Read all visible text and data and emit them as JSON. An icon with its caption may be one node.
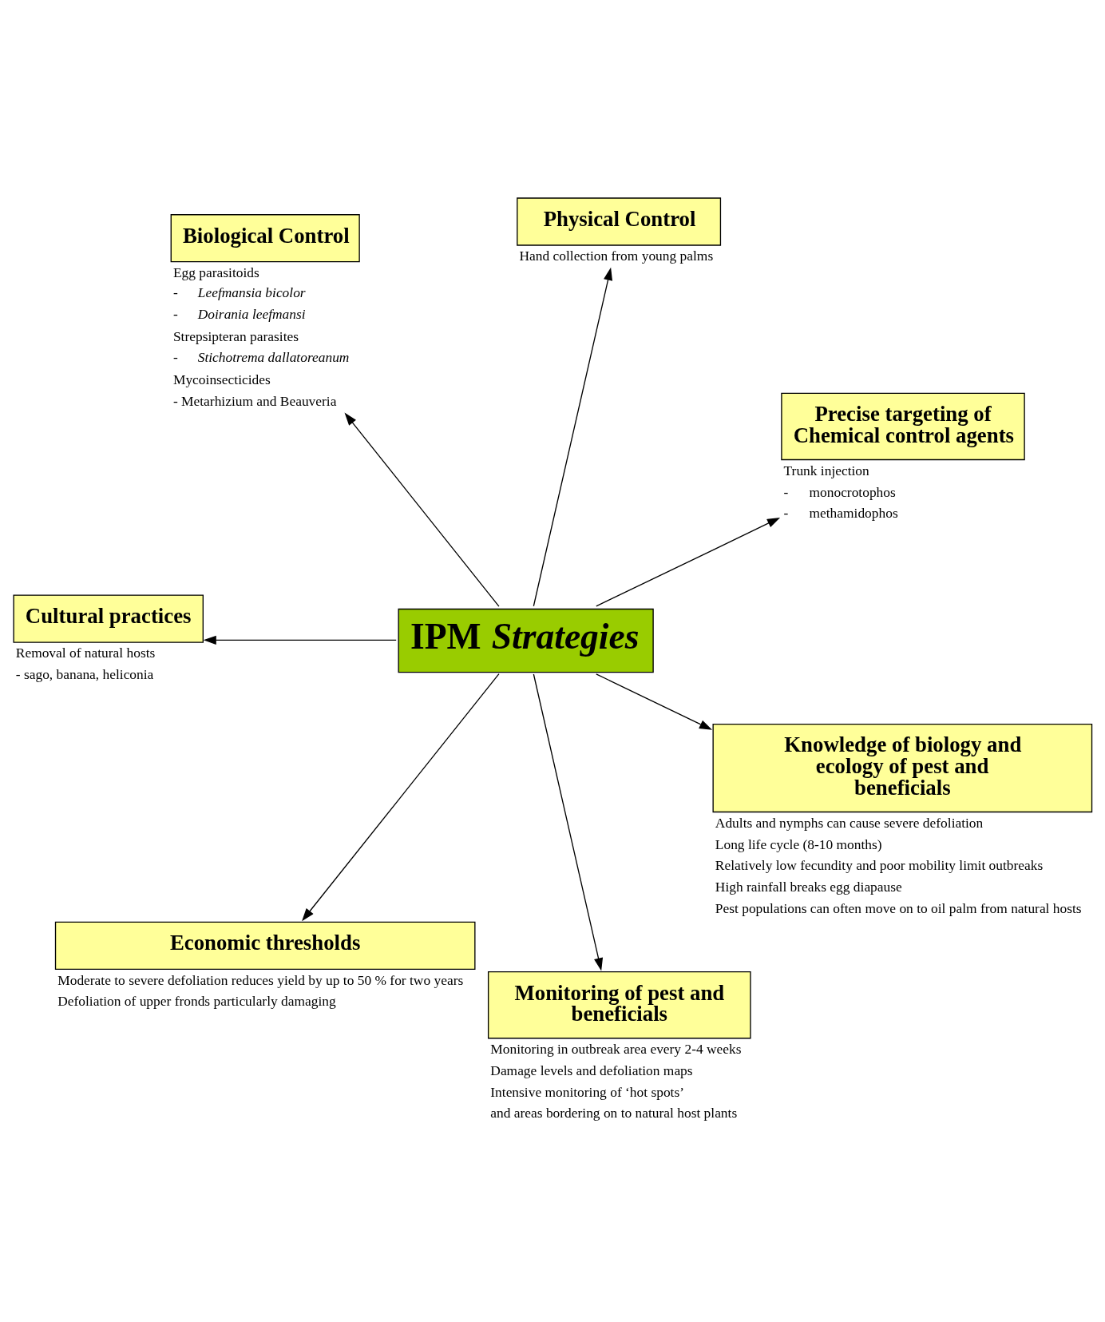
{
  "diagram": {
    "nodes": [
      {
        "text": [
          "Precise targeting of Chemical control agents"
        ],
        "beside": [
          "Trunk injection",
          "-      monocrotophos",
          "-      methamidophos"
        ]
      },
      {
        "text": [
          "Physical Control"
        ],
        "beside": [
          "Hand collection from young palms"
        ]
      },
      {
        "text": [
          "Biological Control"
        ],
        "beside": [
          "Egg parasitoids",
          "-      *Leefmansia bicolor*",
          "-      *Doirania leefmansi*",
          "Strepsipteran parasites",
          "-      *Stichotrema dallatoreanum*",
          "Mycoinsecticides",
          "- Metarhizium and Beauveria"
        ]
      },
      {
        "text": [
          "Cultural practices"
        ],
        "beside": [
          "Removal of natural hosts",
          "- sago, banana, heliconia"
        ]
      },
      {
        "text": [
          "IPM *Strategies*"
        ]
      },
      {
        "text": [
          "Economic thresholds"
        ],
        "beside": [
          "Moderate to severe defoliation reduces yield by up to 50 % for two years",
          "Defoliation of upper fronds particularly damaging"
        ]
      },
      {
        "text": [
          "Monitoring of pest and beneficials"
        ],
        "beside": [
          "Monitoring in outbreak area every 2-4 weeks",
          "Damage levels and defoliation maps",
          "Intensive monitoring of ‘hot spots’",
          "and areas bordering on to natural host plants"
        ]
      },
      {
        "text": [
          "Knowledge of biology and ecology of pest and beneficials"
        ],
        "beside": [
          "Adults and nymphs can cause severe defoliation",
          "Long life cycle (8-10 months)",
          "Relatively low fecundity and poor mobility limit outbreaks",
          "High rainfall breaks egg diapause",
          "Pest populations can often move on to oil palm from natural hosts"
        ]
      }
    ],
    "edges": [
      {
        "from": 4,
        "to": 0,
        "arrow": "to"
      },
      {
        "from": 4,
        "to": 1,
        "arrow": "to"
      },
      {
        "from": 4,
        "to": 2,
        "arrow": "to"
      },
      {
        "from": 4,
        "to": 3,
        "arrow": "to"
      },
      {
        "from": 4,
        "to": 5,
        "arrow": "to"
      },
      {
        "from": 4,
        "to": 6,
        "arrow": "to"
      },
      {
        "from": 4,
        "to": 7,
        "arrow": "to"
      }
    ]
  }
}
